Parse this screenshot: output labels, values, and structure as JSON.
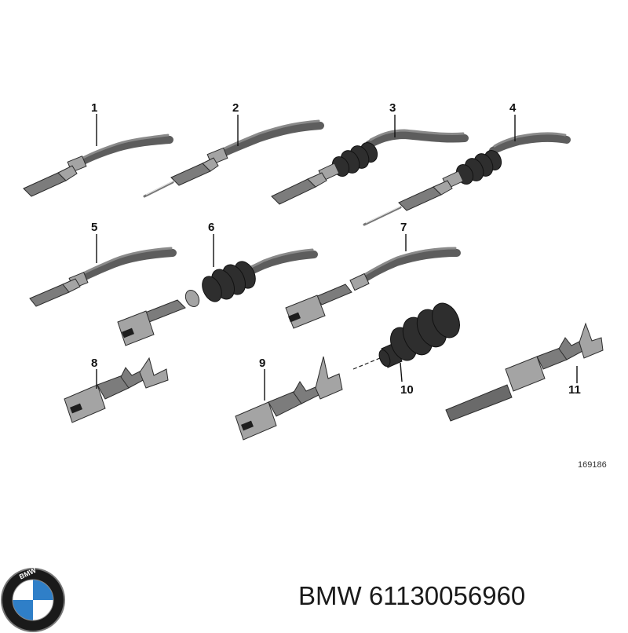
{
  "diagram": {
    "callouts": [
      "1",
      "2",
      "3",
      "4",
      "5",
      "6",
      "7",
      "8",
      "9",
      "10",
      "11"
    ],
    "reference_number": "169186"
  },
  "footer": {
    "brand": "BMW",
    "part_number": "61130056960",
    "logo_letters": "BMW",
    "logo_icon": "bmw-roundel-icon"
  },
  "colors": {
    "cable": "#5d5d5d",
    "seal": "#2e2e2e",
    "logo_blue": "#2f7fc8",
    "logo_ring": "#1a1a1a"
  }
}
